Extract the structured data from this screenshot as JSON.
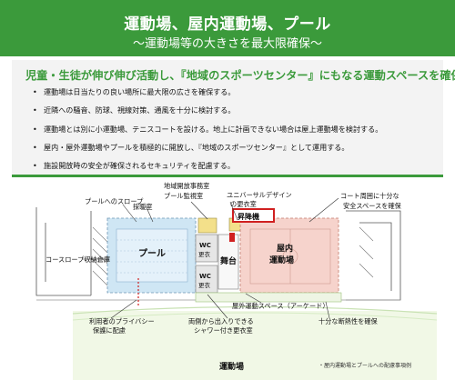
{
  "header": {
    "title": "運動場、屋内運動場、プール",
    "subtitle": "～運動場等の大きさを最大限確保～"
  },
  "panel": {
    "headline": "児童・生徒が伸び伸び活動し、『地域のスポーツセンター』にもなる運動スペースを確保",
    "bullets": [
      "運動場は日当たりの良い場所に最大限の広さを確保する。",
      "近隣への騒音、防球、視線対策、通風を十分に検討する。",
      "運動場とは別に小運動場、テニスコートを設ける。地上に計画できない場合は屋上運動場を検討する。",
      "屋内・屋外運動場やプールを積極的に開放し、『地域のスポーツセンター』として運用する。",
      "施設開放時の安全が確保されるセキュリティを配慮する。"
    ]
  },
  "plan": {
    "labels": {
      "pool_slope": "プールへのスロープ",
      "watch_room": "採暖室",
      "office_room": "地域開放事務室",
      "pool_monitor": "プール監視室",
      "universal_room": "ユニバーサルデザイン",
      "universal_room_2": "の更衣室",
      "elevator": "昇降機",
      "court_space": "コート周囲に十分な",
      "court_space_2": "安全スペースを確保",
      "pool": "プール",
      "wc_1": "WC",
      "wc_1_sub": "更衣",
      "wc_2": "WC",
      "wc_2_sub": "更衣",
      "stage": "舞台",
      "gym": "屋内",
      "gym_2": "運動場",
      "slope_storage": "コースロープ収納倉庫",
      "arcade": "屋外運動スペース（アーケード）",
      "privacy": "利用者のプライバシー",
      "privacy_2": "保護に配慮",
      "shower": "両側から出入りできる",
      "shower_2": "シャワー付き更衣室",
      "ventilation": "十分な断熱性を確保",
      "playground": "運動場",
      "caption": "屋内運動場とプールへの配慮事項例"
    },
    "colors": {
      "brand_green": "#3b9a3b",
      "pool_fill": "#cfe6f4",
      "gym_fill": "#f6d3cc",
      "highlight_yellow": "#f3e08a",
      "elevator_red": "#d02020"
    }
  }
}
